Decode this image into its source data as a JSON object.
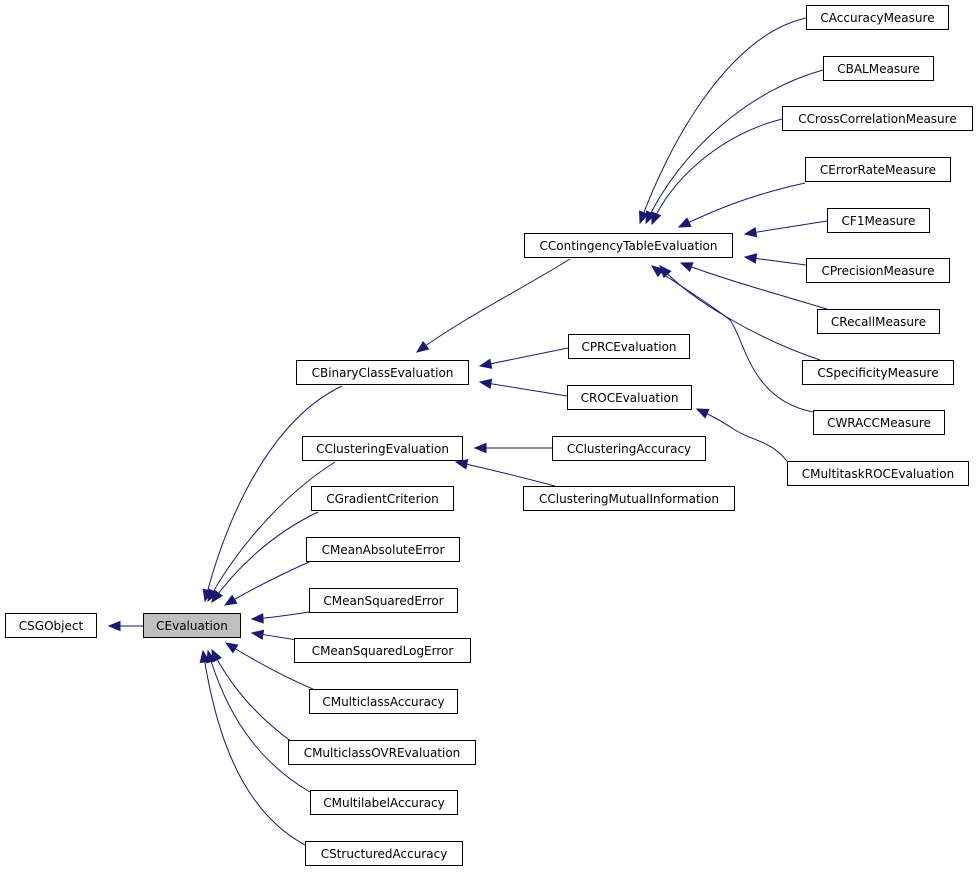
{
  "diagram": {
    "edge_color": "#191970",
    "highlight_fill": "#bfbfbf",
    "nodes": [
      {
        "id": "csgobject",
        "label": "CSGObject"
      },
      {
        "id": "cevaluation",
        "label": "CEvaluation",
        "highlight": true
      },
      {
        "id": "cbinaryclassevaluation",
        "label": "CBinaryClassEvaluation"
      },
      {
        "id": "cclusteringevaluation",
        "label": "CClusteringEvaluation"
      },
      {
        "id": "cgradientcriterion",
        "label": "CGradientCriterion"
      },
      {
        "id": "cmeanabsoluteerror",
        "label": "CMeanAbsoluteError"
      },
      {
        "id": "cmeansquarederror",
        "label": "CMeanSquaredError"
      },
      {
        "id": "cmeansquaredlogerror",
        "label": "CMeanSquaredLogError"
      },
      {
        "id": "cmulticlassaccuracy",
        "label": "CMulticlassAccuracy"
      },
      {
        "id": "cmulticlassovrevaluation",
        "label": "CMulticlassOVREvaluation"
      },
      {
        "id": "cmultilabelaccuracy",
        "label": "CMultilabelAccuracy"
      },
      {
        "id": "cstructuredaccuracy",
        "label": "CStructuredAccuracy"
      },
      {
        "id": "ccontingencytableevaluation",
        "label": "CContingencyTableEvaluation"
      },
      {
        "id": "cprcevaluation",
        "label": "CPRCEvaluation"
      },
      {
        "id": "crocevaluation",
        "label": "CROCEvaluation"
      },
      {
        "id": "cclusteringaccuracy",
        "label": "CClusteringAccuracy"
      },
      {
        "id": "cclusteringmutualinformation",
        "label": "CClusteringMutualInformation"
      },
      {
        "id": "caccuracymeasure",
        "label": "CAccuracyMeasure"
      },
      {
        "id": "cbalmeasure",
        "label": "CBALMeasure"
      },
      {
        "id": "ccrosscorrelationmeasure",
        "label": "CCrossCorrelationMeasure"
      },
      {
        "id": "cerrorratemeasure",
        "label": "CErrorRateMeasure"
      },
      {
        "id": "cf1measure",
        "label": "CF1Measure"
      },
      {
        "id": "cprecisionmeasure",
        "label": "CPrecisionMeasure"
      },
      {
        "id": "crecallmeasure",
        "label": "CRecallMeasure"
      },
      {
        "id": "cspecificitymeasure",
        "label": "CSpecificityMeasure"
      },
      {
        "id": "cwraccmeasure",
        "label": "CWRACCMeasure"
      },
      {
        "id": "cmultitaskrocevaluation",
        "label": "CMultitaskROCEvaluation"
      }
    ],
    "edges": [
      {
        "from": "cevaluation",
        "to": "csgobject"
      },
      {
        "from": "cbinaryclassevaluation",
        "to": "cevaluation"
      },
      {
        "from": "cclusteringevaluation",
        "to": "cevaluation"
      },
      {
        "from": "cgradientcriterion",
        "to": "cevaluation"
      },
      {
        "from": "cmeanabsoluteerror",
        "to": "cevaluation"
      },
      {
        "from": "cmeansquarederror",
        "to": "cevaluation"
      },
      {
        "from": "cmeansquaredlogerror",
        "to": "cevaluation"
      },
      {
        "from": "cmulticlassaccuracy",
        "to": "cevaluation"
      },
      {
        "from": "cmulticlassovrevaluation",
        "to": "cevaluation"
      },
      {
        "from": "cmultilabelaccuracy",
        "to": "cevaluation"
      },
      {
        "from": "cstructuredaccuracy",
        "to": "cevaluation"
      },
      {
        "from": "ccontingencytableevaluation",
        "to": "cbinaryclassevaluation"
      },
      {
        "from": "cprcevaluation",
        "to": "cbinaryclassevaluation"
      },
      {
        "from": "crocevaluation",
        "to": "cbinaryclassevaluation"
      },
      {
        "from": "cclusteringaccuracy",
        "to": "cclusteringevaluation"
      },
      {
        "from": "cclusteringmutualinformation",
        "to": "cclusteringevaluation"
      },
      {
        "from": "caccuracymeasure",
        "to": "ccontingencytableevaluation"
      },
      {
        "from": "cbalmeasure",
        "to": "ccontingencytableevaluation"
      },
      {
        "from": "ccrosscorrelationmeasure",
        "to": "ccontingencytableevaluation"
      },
      {
        "from": "cerrorratemeasure",
        "to": "ccontingencytableevaluation"
      },
      {
        "from": "cf1measure",
        "to": "ccontingencytableevaluation"
      },
      {
        "from": "cprecisionmeasure",
        "to": "ccontingencytableevaluation"
      },
      {
        "from": "crecallmeasure",
        "to": "ccontingencytableevaluation"
      },
      {
        "from": "cspecificitymeasure",
        "to": "ccontingencytableevaluation"
      },
      {
        "from": "cwraccmeasure",
        "to": "ccontingencytableevaluation"
      },
      {
        "from": "cmultitaskrocevaluation",
        "to": "crocevaluation"
      }
    ]
  }
}
